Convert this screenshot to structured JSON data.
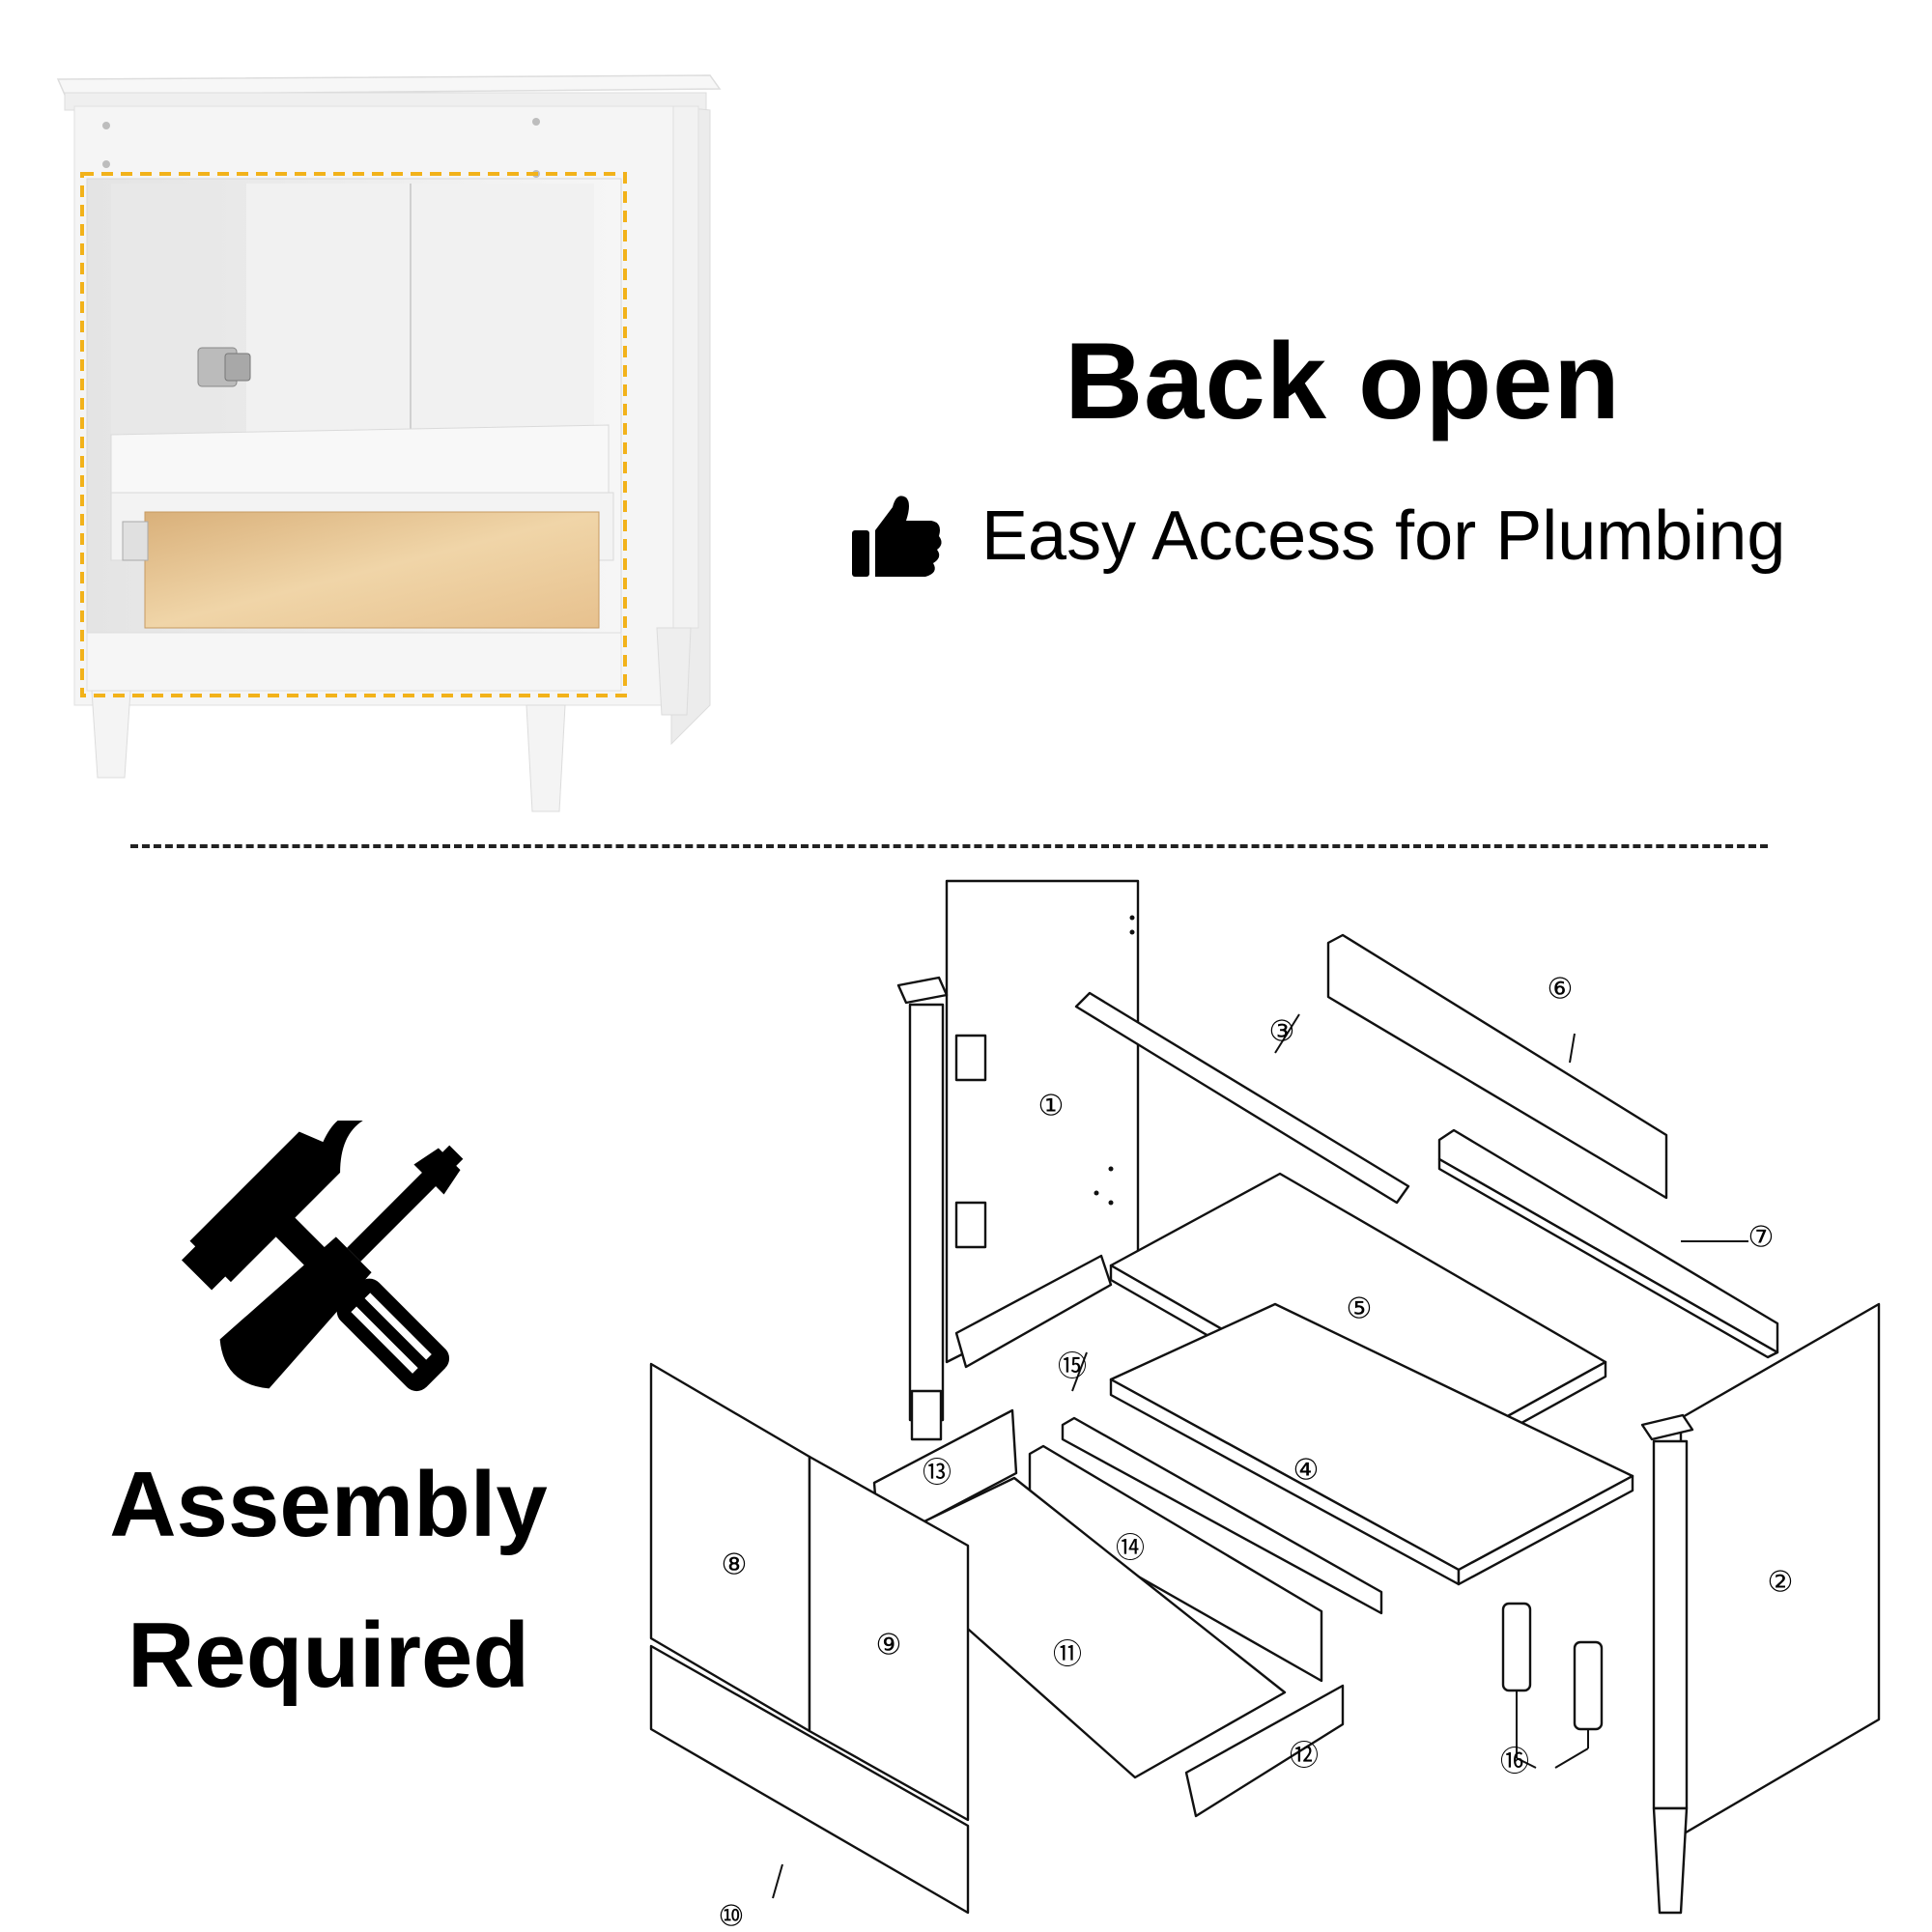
{
  "headline": "Back open",
  "feature": {
    "text": "Easy Access for Plumbing",
    "icon": "thumbs-up-icon"
  },
  "assembly": {
    "line1": "Assembly",
    "line2": "Required",
    "icon": "hammer-screwdriver-icon"
  },
  "parts": [
    {
      "id": "1",
      "label": "①"
    },
    {
      "id": "2",
      "label": "②"
    },
    {
      "id": "3",
      "label": "③"
    },
    {
      "id": "4",
      "label": "④"
    },
    {
      "id": "5",
      "label": "⑤"
    },
    {
      "id": "6",
      "label": "⑥"
    },
    {
      "id": "7",
      "label": "⑦"
    },
    {
      "id": "8",
      "label": "⑧"
    },
    {
      "id": "9",
      "label": "⑨"
    },
    {
      "id": "10",
      "label": "⑩"
    },
    {
      "id": "11",
      "label": "⑪"
    },
    {
      "id": "12",
      "label": "⑫"
    },
    {
      "id": "13",
      "label": "⑬"
    },
    {
      "id": "14",
      "label": "⑭"
    },
    {
      "id": "15",
      "label": "⑮"
    },
    {
      "id": "16",
      "label": "⑯"
    }
  ],
  "colors": {
    "highlight_dash": "#f2b21a",
    "wood": "#e9c99a",
    "cabinet": "#f4f4f4"
  }
}
